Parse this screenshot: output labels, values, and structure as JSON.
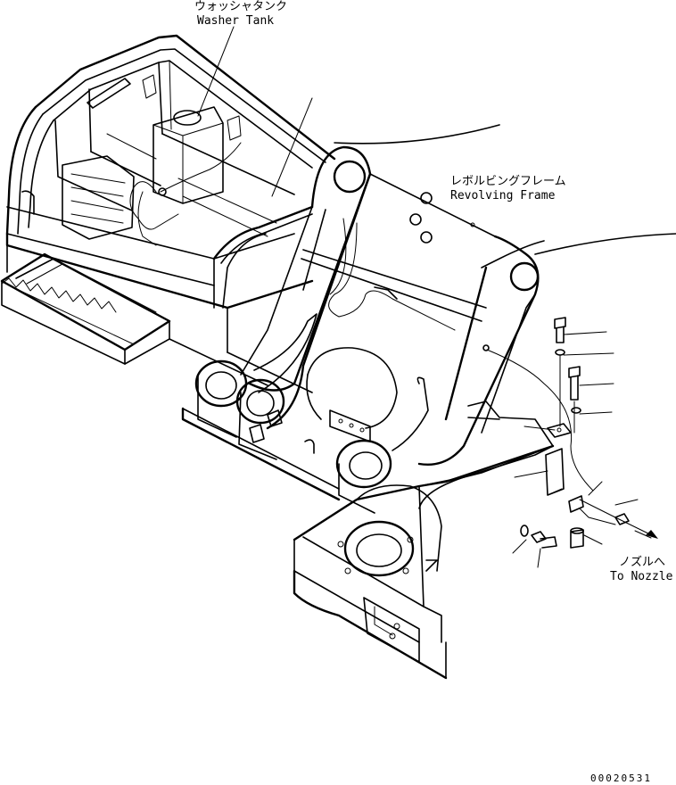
{
  "labels": {
    "washer_tank_jp": "ウォッシャタンク",
    "washer_tank_en": "Washer Tank",
    "revolving_frame_jp": "レボルビングフレーム",
    "revolving_frame_en": "Revolving Frame",
    "nozzle_jp": "ノズルへ",
    "nozzle_en": "To Nozzle"
  },
  "drawing_number": "00020531",
  "colors": {
    "line": "#000000",
    "background": "#ffffff"
  }
}
